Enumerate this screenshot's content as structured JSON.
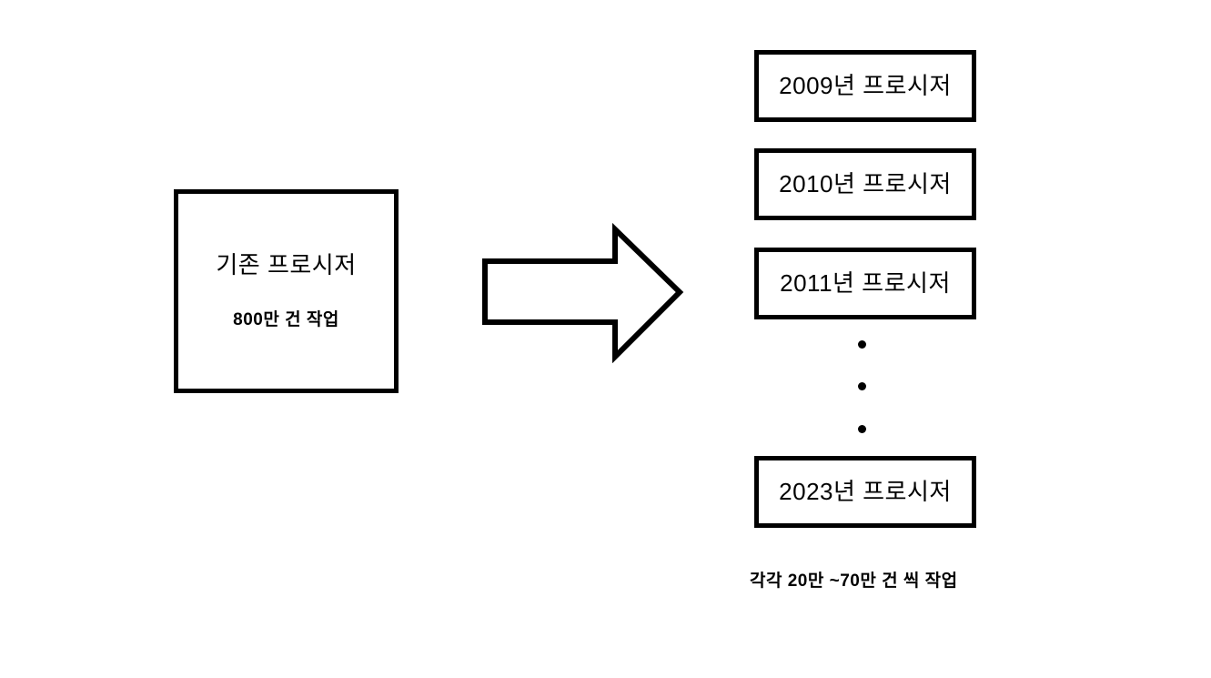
{
  "diagram": {
    "background_color": "#ffffff",
    "line_color": "#000000",
    "source": {
      "title": "기존 프로시저",
      "subtitle": "800만 건 작업"
    },
    "arrow": {
      "icon": "right-arrow-icon",
      "direction": "right",
      "fill": "#ffffff",
      "stroke": "#000000"
    },
    "targets": [
      {
        "label": "2009년 프로시저"
      },
      {
        "label": "2010년 프로시저"
      },
      {
        "label": "2011년 프로시저"
      },
      {
        "label": "2023년 프로시저"
      }
    ],
    "ellipsis": {
      "icon": "vertical-ellipsis-icon",
      "dot_count": 3
    },
    "caption": "각각 20만 ~70만 건 씩 작업"
  }
}
